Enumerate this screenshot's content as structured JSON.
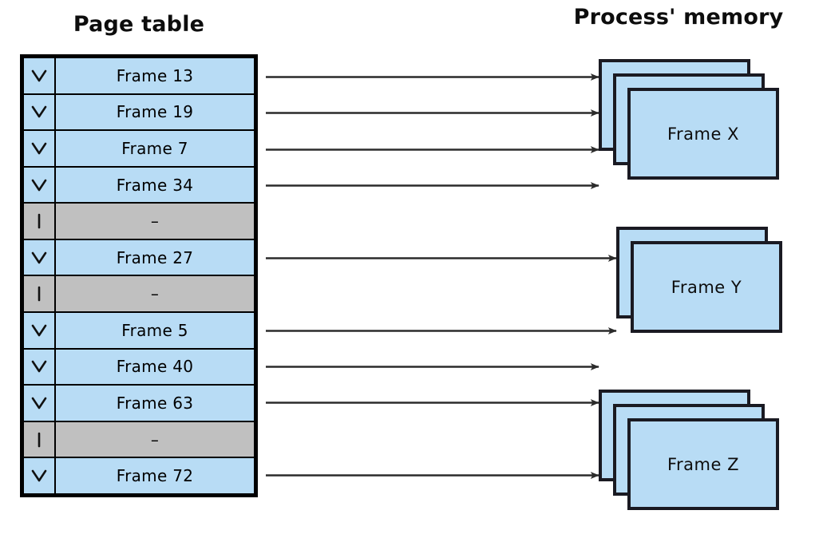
{
  "page_table": {
    "title": "Page table",
    "valid_bit_glyph": "V",
    "invalid_bit_glyph": "I",
    "empty_frame_text": "–",
    "rows": [
      {
        "valid": true,
        "bit": "V",
        "frame": "Frame 13",
        "target": "Frame X"
      },
      {
        "valid": true,
        "bit": "V",
        "frame": "Frame 19",
        "target": "Frame X"
      },
      {
        "valid": true,
        "bit": "V",
        "frame": "Frame 7",
        "target": "Frame X"
      },
      {
        "valid": true,
        "bit": "V",
        "frame": "Frame 34",
        "target": "Frame X"
      },
      {
        "valid": false,
        "bit": "I",
        "frame": "–",
        "target": null
      },
      {
        "valid": true,
        "bit": "V",
        "frame": "Frame 27",
        "target": "Frame Y"
      },
      {
        "valid": false,
        "bit": "I",
        "frame": "–",
        "target": null
      },
      {
        "valid": true,
        "bit": "V",
        "frame": "Frame 5",
        "target": "Frame Y"
      },
      {
        "valid": true,
        "bit": "V",
        "frame": "Frame 40",
        "target": "Frame Z"
      },
      {
        "valid": true,
        "bit": "V",
        "frame": "Frame 63",
        "target": "Frame Z"
      },
      {
        "valid": false,
        "bit": "I",
        "frame": "–",
        "target": null
      },
      {
        "valid": true,
        "bit": "V",
        "frame": "Frame 72",
        "target": "Frame Z"
      }
    ]
  },
  "process_memory": {
    "title": "Process' memory",
    "stacks": [
      {
        "label": "Frame X",
        "cards": 3
      },
      {
        "label": "Frame Y",
        "cards": 2
      },
      {
        "label": "Frame Z",
        "cards": 3
      }
    ]
  },
  "colors": {
    "frame_blue": "#b8dcf5",
    "invalid_gray": "#c0c0c0",
    "border_black": "#000000",
    "card_border": "#1a1a22",
    "arrow": "#2b2b2b",
    "text": "#0d0d0d"
  },
  "arrows": {
    "count": 9,
    "description": "One arrow per valid page-table entry pointing to its memory frame"
  }
}
